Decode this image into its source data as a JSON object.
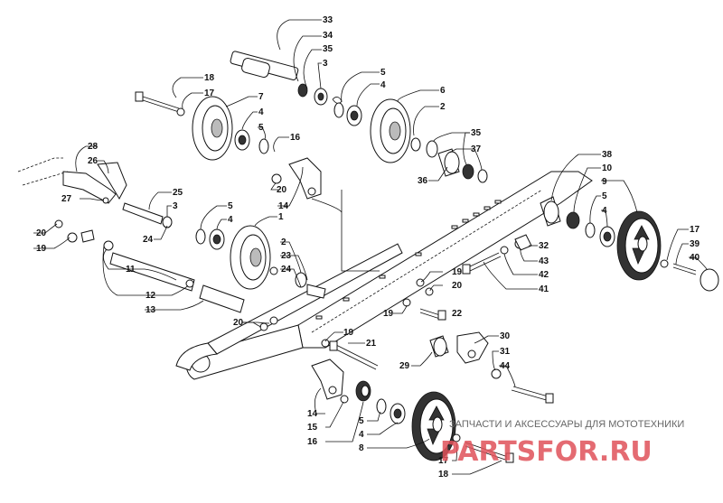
{
  "diagram": {
    "callouts": [
      "1",
      "2",
      "3",
      "4",
      "5",
      "6",
      "7",
      "8",
      "9",
      "10",
      "11",
      "12",
      "13",
      "14",
      "15",
      "16",
      "17",
      "18",
      "19",
      "20",
      "21",
      "22",
      "23",
      "24",
      "25",
      "26",
      "27",
      "28",
      "29",
      "30",
      "31",
      "32",
      "33",
      "34",
      "35",
      "36",
      "37",
      "38",
      "39",
      "40",
      "41",
      "42",
      "43",
      "44"
    ]
  },
  "watermark": {
    "tagline": "ЗАПЧАСТИ И АКСЕССУАРЫ ДЛЯ МОТОТЕХНИКИ",
    "brand": "PARTSFOR.RU"
  }
}
